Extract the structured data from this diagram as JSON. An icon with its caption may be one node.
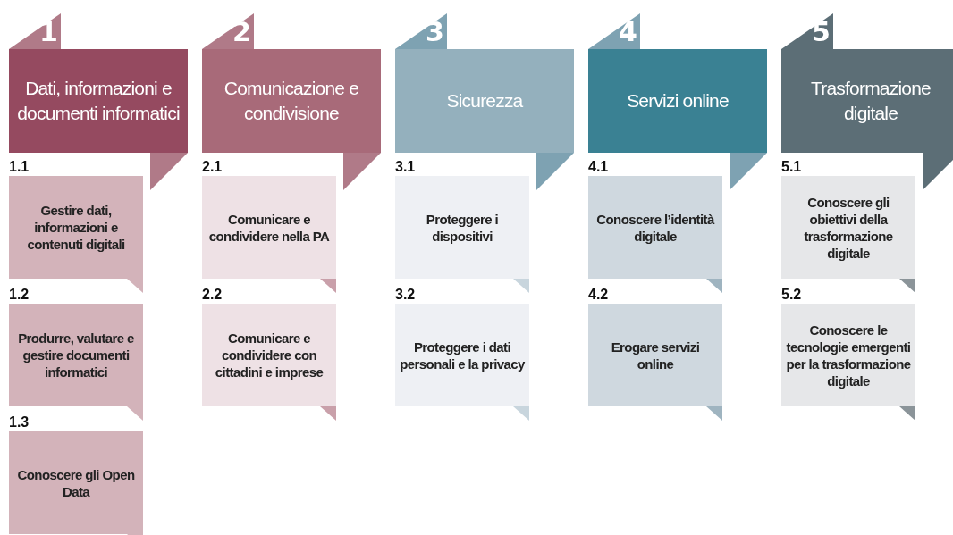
{
  "diagram": {
    "nodes": [
      {
        "text": [
          "1",
          "Dati, informazioni e documenti informatici"
        ]
      },
      {
        "text": [
          "1.1",
          "Gestire dati, informazioni e contenuti digitali"
        ]
      },
      {
        "text": [
          "1.2",
          "Produrre, valutare e gestire documenti informatici"
        ]
      },
      {
        "text": [
          "1.3",
          "Conoscere gli Open Data"
        ]
      },
      {
        "text": [
          "2",
          "Comunicazione e condivisione"
        ]
      },
      {
        "text": [
          "2.1",
          "Comunicare e condividere nella PA"
        ]
      },
      {
        "text": [
          "2.2",
          "Comunicare e condividere con cittadini e imprese"
        ]
      },
      {
        "text": [
          "3",
          "Sicurezza"
        ]
      },
      {
        "text": [
          "3.1",
          "Proteggere i dispositivi"
        ]
      },
      {
        "text": [
          "3.2",
          "Proteggere i dati personali e la privacy"
        ]
      },
      {
        "text": [
          "4",
          "Servizi online"
        ]
      },
      {
        "text": [
          "4.1",
          "Conoscere l’identità digitale"
        ]
      },
      {
        "text": [
          "4.2",
          "Erogare servizi online"
        ]
      },
      {
        "text": [
          "5",
          "Trasformazione digitale"
        ]
      },
      {
        "text": [
          "5.1",
          "Conoscere gli obiettivi della trasformazione digitale"
        ]
      },
      {
        "text": [
          "5.2",
          "Conoscere le tecnologie emergenti per la trasformazione digitale"
        ]
      }
    ]
  }
}
